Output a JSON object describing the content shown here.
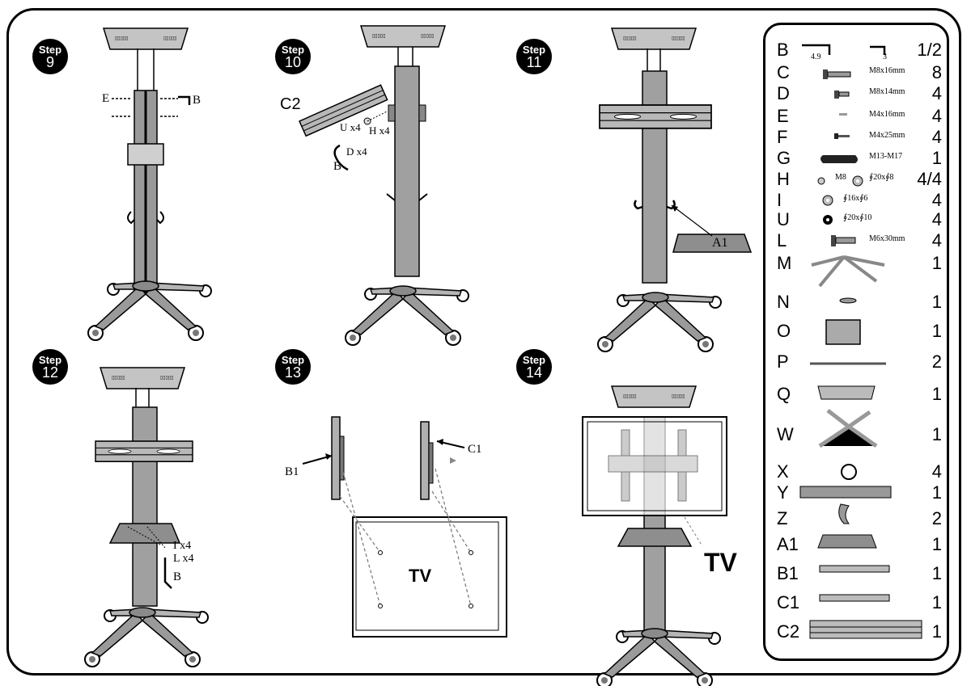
{
  "steps": [
    {
      "word": "Step",
      "num": "9"
    },
    {
      "word": "Step",
      "num": "10"
    },
    {
      "word": "Step",
      "num": "11"
    },
    {
      "word": "Step",
      "num": "12"
    },
    {
      "word": "Step",
      "num": "13"
    },
    {
      "word": "Step",
      "num": "14"
    }
  ],
  "callouts": {
    "s9_e": "E",
    "s9_b": "B",
    "s10_c2": "C2",
    "s10_u": "U x4",
    "s10_h": "H x4",
    "s10_d": "D x4",
    "s10_b": "B",
    "s11_a1": "A1",
    "s12_i": "I x4",
    "s12_l": "L x4",
    "s12_b": "B",
    "s13_b1": "B1",
    "s13_c1": "C1",
    "s13_tv": "TV",
    "s14_tv": "TV"
  },
  "parts": [
    {
      "letter": "B",
      "spec": "",
      "spec2": "4.9",
      "spec3": "3",
      "qty": "1/2",
      "icon": "allen-keys-icon"
    },
    {
      "letter": "C",
      "spec": "M8x16mm",
      "qty": "8",
      "icon": "bolt-icon"
    },
    {
      "letter": "D",
      "spec": "M8x14mm",
      "qty": "4",
      "icon": "bolt-icon"
    },
    {
      "letter": "E",
      "spec": "M4x16mm",
      "qty": "4",
      "icon": "screw-icon"
    },
    {
      "letter": "F",
      "spec": "M4x25mm",
      "qty": "4",
      "icon": "screw-icon"
    },
    {
      "letter": "G",
      "spec": "M13-M17",
      "qty": "1",
      "icon": "wrench-icon"
    },
    {
      "letter": "H",
      "spec": "M8",
      "spec2": "∮20x∮8",
      "qty": "4/4",
      "icon": "nut-washer-icon"
    },
    {
      "letter": "I",
      "spec": "∮16x∮6",
      "qty": "4",
      "icon": "washer-icon"
    },
    {
      "letter": "U",
      "spec": "∮20x∮10",
      "qty": "4",
      "icon": "rubber-washer-icon"
    },
    {
      "letter": "L",
      "spec": "M6x30mm",
      "qty": "4",
      "icon": "bolt-icon"
    },
    {
      "letter": "M",
      "spec": "",
      "qty": "1",
      "icon": "base-legs-icon"
    },
    {
      "letter": "N",
      "spec": "",
      "qty": "1",
      "icon": "disc-icon"
    },
    {
      "letter": "O",
      "spec": "",
      "qty": "1",
      "icon": "bracket-plate-icon"
    },
    {
      "letter": "P",
      "spec": "",
      "qty": "2",
      "icon": "rod-icon"
    },
    {
      "letter": "Q",
      "spec": "",
      "qty": "1",
      "icon": "top-plate-icon"
    },
    {
      "letter": "W",
      "spec": "",
      "qty": "1",
      "icon": "cross-plate-icon"
    },
    {
      "letter": "X",
      "spec": "",
      "qty": "4",
      "icon": "caster-icon"
    },
    {
      "letter": "Y",
      "spec": "",
      "qty": "1",
      "icon": "column-icon"
    },
    {
      "letter": "Z",
      "spec": "",
      "qty": "2",
      "icon": "hook-icon"
    },
    {
      "letter": "A1",
      "spec": "",
      "qty": "1",
      "icon": "shelf-icon"
    },
    {
      "letter": "B1",
      "spec": "",
      "qty": "1",
      "icon": "rail-icon"
    },
    {
      "letter": "C1",
      "spec": "",
      "qty": "1",
      "icon": "rail-icon"
    },
    {
      "letter": "C2",
      "spec": "",
      "qty": "1",
      "icon": "mount-rail-icon"
    }
  ]
}
